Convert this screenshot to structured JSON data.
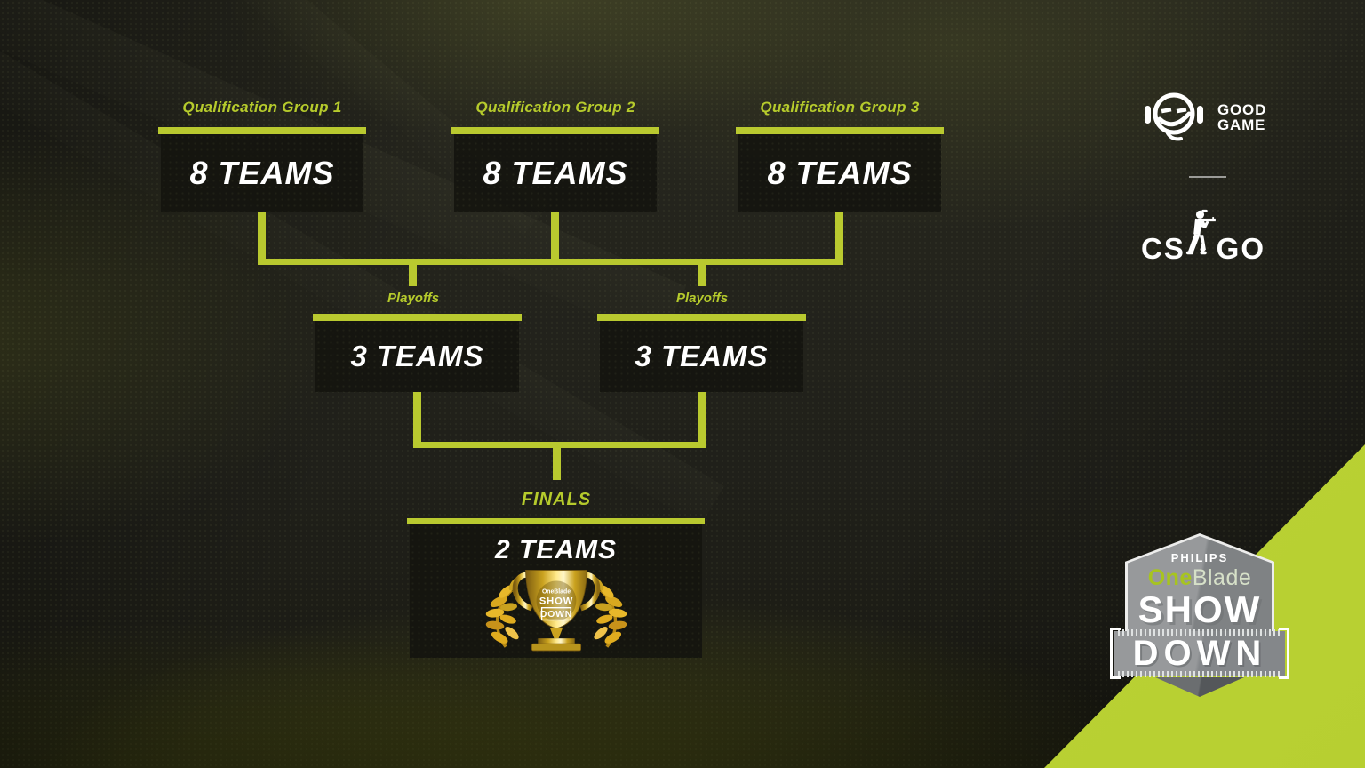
{
  "colors": {
    "accent_lime": "#b9c92f",
    "label_lime": "#b6cb2c",
    "stripe_lime": "#bcd437",
    "box_dark": "#14140f",
    "white": "#ffffff",
    "badge_gray": "#8f9294",
    "trophy_gold": "#d9a81f"
  },
  "bracket": {
    "qualification_groups": [
      {
        "label": "Qualification Group 1",
        "teams": "8 TEAMS"
      },
      {
        "label": "Qualification Group 2",
        "teams": "8 TEAMS"
      },
      {
        "label": "Qualification Group 3",
        "teams": "8 TEAMS"
      }
    ],
    "playoffs": [
      {
        "label": "Playoffs",
        "teams": "3 TEAMS"
      },
      {
        "label": "Playoffs",
        "teams": "3 TEAMS"
      }
    ],
    "finals": {
      "label": "FINALS",
      "teams": "2 TEAMS"
    }
  },
  "sponsors": {
    "organizer": {
      "line1": "GOOD",
      "line2": "GAME"
    },
    "game": {
      "left": "CS",
      "right": "GO"
    }
  },
  "event_badge": {
    "brand": "PHILIPS",
    "product_accent": "One",
    "product_rest": "Blade",
    "word1": "SHOW",
    "word2": "DOWN"
  },
  "trophy": {
    "mini_brand": "OneBlade",
    "mini_word1": "SHOW",
    "mini_word2": "DOWN"
  }
}
